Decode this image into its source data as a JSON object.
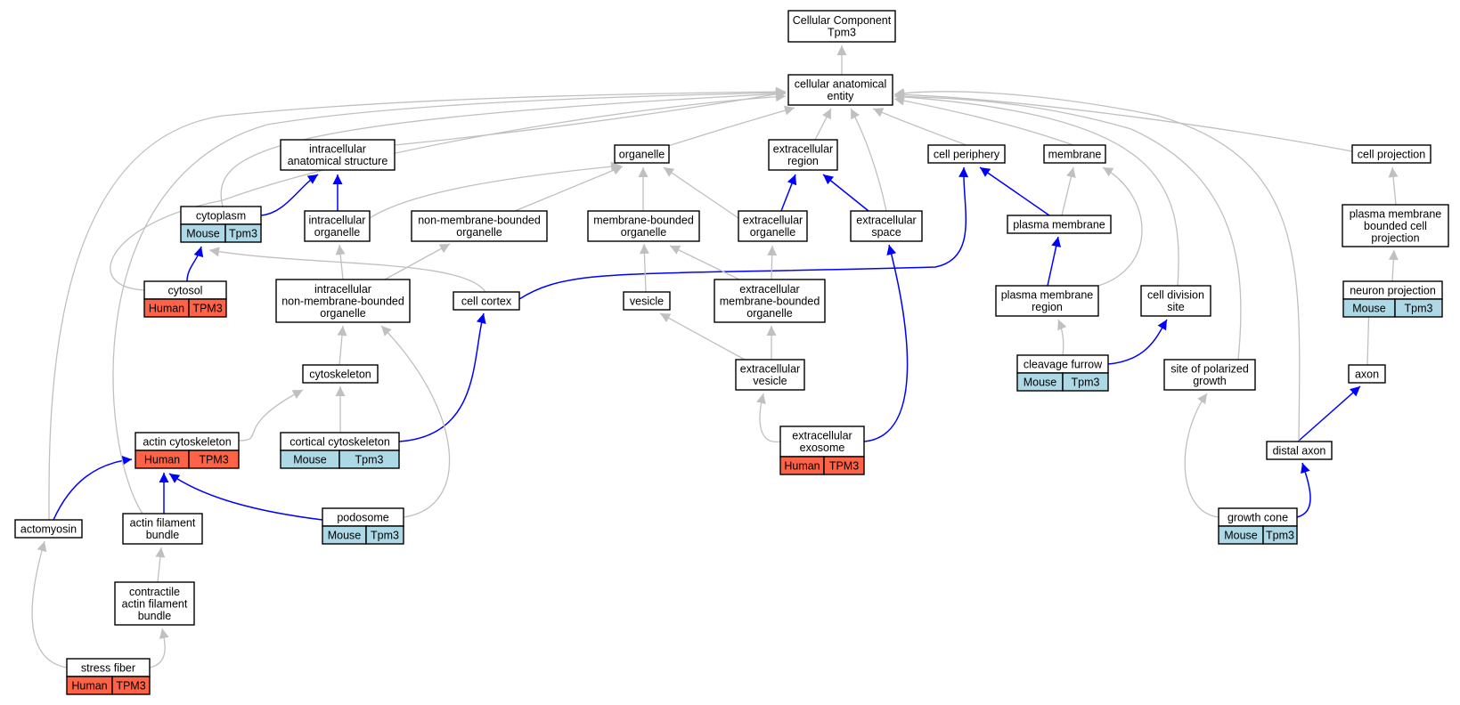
{
  "colors": {
    "human": "#ff6347",
    "mouse": "#add8e6",
    "is_a_edge": "#c0c0c0",
    "part_of_edge": "#0000ff"
  },
  "nodes": {
    "root": {
      "lines": [
        "Cellular Component",
        "Tpm3"
      ]
    },
    "cae": {
      "lines": [
        "cellular anatomical",
        "entity"
      ]
    },
    "ias": {
      "lines": [
        "intracellular",
        "anatomical structure"
      ]
    },
    "organelle": {
      "lines": [
        "organelle"
      ]
    },
    "extreg": {
      "lines": [
        "extracellular",
        "region"
      ]
    },
    "cellper": {
      "lines": [
        "cell periphery"
      ]
    },
    "membrane": {
      "lines": [
        "membrane"
      ]
    },
    "cellproj": {
      "lines": [
        "cell projection"
      ]
    },
    "cytoplasm": {
      "lines": [
        "cytoplasm"
      ],
      "tags": [
        [
          "Mouse",
          "Tpm3"
        ]
      ]
    },
    "intorg": {
      "lines": [
        "intracellular",
        "organelle"
      ]
    },
    "nmbo": {
      "lines": [
        "non-membrane-bounded",
        "organelle"
      ]
    },
    "mbo": {
      "lines": [
        "membrane-bounded",
        "organelle"
      ]
    },
    "extorg": {
      "lines": [
        "extracellular",
        "organelle"
      ]
    },
    "extspace": {
      "lines": [
        "extracellular",
        "space"
      ]
    },
    "plasmem": {
      "lines": [
        "plasma membrane"
      ]
    },
    "pmbcp": {
      "lines": [
        "plasma membrane",
        "bounded cell",
        "projection"
      ]
    },
    "cytosol": {
      "lines": [
        "cytosol"
      ],
      "tags": [
        [
          "Human",
          "TPM3"
        ]
      ]
    },
    "inmbo": {
      "lines": [
        "intracellular",
        "non-membrane-bounded",
        "organelle"
      ]
    },
    "cortex": {
      "lines": [
        "cell cortex"
      ]
    },
    "vesicle": {
      "lines": [
        "vesicle"
      ]
    },
    "embo": {
      "lines": [
        "extracellular",
        "membrane-bounded",
        "organelle"
      ]
    },
    "pmr": {
      "lines": [
        "plasma membrane",
        "region"
      ]
    },
    "cds": {
      "lines": [
        "cell division",
        "site"
      ]
    },
    "neuproj": {
      "lines": [
        "neuron projection"
      ],
      "tags": [
        [
          "Mouse",
          "Tpm3"
        ]
      ]
    },
    "cytosk": {
      "lines": [
        "cytoskeleton"
      ]
    },
    "extves": {
      "lines": [
        "extracellular",
        "vesicle"
      ]
    },
    "cleavage": {
      "lines": [
        "cleavage furrow"
      ],
      "tags": [
        [
          "Mouse",
          "Tpm3"
        ]
      ]
    },
    "spg": {
      "lines": [
        "site of polarized",
        "growth"
      ]
    },
    "axon": {
      "lines": [
        "axon"
      ]
    },
    "actcyto": {
      "lines": [
        "actin cytoskeleton"
      ],
      "tags": [
        [
          "Human",
          "TPM3"
        ]
      ]
    },
    "cortcyto": {
      "lines": [
        "cortical cytoskeleton"
      ],
      "tags": [
        [
          "Mouse",
          "Tpm3"
        ]
      ]
    },
    "exosome": {
      "lines": [
        "extracellular",
        "exosome"
      ],
      "tags": [
        [
          "Human",
          "TPM3"
        ]
      ]
    },
    "distaxon": {
      "lines": [
        "distal axon"
      ]
    },
    "actomyo": {
      "lines": [
        "actomyosin"
      ]
    },
    "afb": {
      "lines": [
        "actin filament",
        "bundle"
      ]
    },
    "podosome": {
      "lines": [
        "podosome"
      ],
      "tags": [
        [
          "Mouse",
          "Tpm3"
        ]
      ]
    },
    "growth": {
      "lines": [
        "growth cone"
      ],
      "tags": [
        [
          "Mouse",
          "Tpm3"
        ]
      ]
    },
    "cafb": {
      "lines": [
        "contractile",
        "actin filament",
        "bundle"
      ]
    },
    "stress": {
      "lines": [
        "stress fiber"
      ],
      "tags": [
        [
          "Human",
          "TPM3"
        ]
      ]
    }
  },
  "edges": [
    {
      "from": "cae",
      "to": "root",
      "type": "is_a"
    },
    {
      "from": "ias",
      "to": "cae",
      "type": "is_a"
    },
    {
      "from": "organelle",
      "to": "cae",
      "type": "is_a"
    },
    {
      "from": "extreg",
      "to": "cae",
      "type": "is_a"
    },
    {
      "from": "cellper",
      "to": "cae",
      "type": "is_a"
    },
    {
      "from": "membrane",
      "to": "cae",
      "type": "is_a"
    },
    {
      "from": "cellproj",
      "to": "cae",
      "type": "is_a"
    },
    {
      "from": "cytoplasm",
      "to": "cae",
      "type": "is_a"
    },
    {
      "from": "cytoplasm",
      "to": "ias",
      "type": "part_of"
    },
    {
      "from": "intorg",
      "to": "ias",
      "type": "part_of"
    },
    {
      "from": "intorg",
      "to": "organelle",
      "type": "is_a"
    },
    {
      "from": "nmbo",
      "to": "organelle",
      "type": "is_a"
    },
    {
      "from": "mbo",
      "to": "organelle",
      "type": "is_a"
    },
    {
      "from": "extorg",
      "to": "organelle",
      "type": "is_a"
    },
    {
      "from": "extorg",
      "to": "extreg",
      "type": "part_of"
    },
    {
      "from": "extspace",
      "to": "extreg",
      "type": "part_of"
    },
    {
      "from": "extspace",
      "to": "cae",
      "type": "is_a"
    },
    {
      "from": "plasmem",
      "to": "membrane",
      "type": "is_a"
    },
    {
      "from": "plasmem",
      "to": "cellper",
      "type": "part_of"
    },
    {
      "from": "pmbcp",
      "to": "cellproj",
      "type": "is_a"
    },
    {
      "from": "cytosol",
      "to": "cytoplasm",
      "type": "part_of"
    },
    {
      "from": "cytosol",
      "to": "cae",
      "type": "is_a"
    },
    {
      "from": "inmbo",
      "to": "intorg",
      "type": "is_a"
    },
    {
      "from": "inmbo",
      "to": "nmbo",
      "type": "is_a"
    },
    {
      "from": "cortex",
      "to": "cytoplasm",
      "type": "is_a"
    },
    {
      "from": "cortex",
      "to": "cellper",
      "type": "part_of"
    },
    {
      "from": "vesicle",
      "to": "mbo",
      "type": "is_a"
    },
    {
      "from": "embo",
      "to": "mbo",
      "type": "is_a"
    },
    {
      "from": "embo",
      "to": "extorg",
      "type": "is_a"
    },
    {
      "from": "pmr",
      "to": "plasmem",
      "type": "part_of"
    },
    {
      "from": "pmr",
      "to": "membrane",
      "type": "is_a"
    },
    {
      "from": "cds",
      "to": "cae",
      "type": "is_a"
    },
    {
      "from": "neuproj",
      "to": "pmbcp",
      "type": "is_a"
    },
    {
      "from": "cytosk",
      "to": "inmbo",
      "type": "is_a"
    },
    {
      "from": "extves",
      "to": "vesicle",
      "type": "is_a"
    },
    {
      "from": "extves",
      "to": "embo",
      "type": "is_a"
    },
    {
      "from": "cleavage",
      "to": "pmr",
      "type": "is_a"
    },
    {
      "from": "cleavage",
      "to": "cds",
      "type": "part_of"
    },
    {
      "from": "spg",
      "to": "cae",
      "type": "is_a"
    },
    {
      "from": "axon",
      "to": "neuproj",
      "type": "is_a"
    },
    {
      "from": "actcyto",
      "to": "cytosk",
      "type": "is_a"
    },
    {
      "from": "cortcyto",
      "to": "cytosk",
      "type": "is_a"
    },
    {
      "from": "cortcyto",
      "to": "cortex",
      "type": "part_of"
    },
    {
      "from": "exosome",
      "to": "extves",
      "type": "is_a"
    },
    {
      "from": "exosome",
      "to": "extspace",
      "type": "part_of"
    },
    {
      "from": "distaxon",
      "to": "axon",
      "type": "part_of"
    },
    {
      "from": "distaxon",
      "to": "cae",
      "type": "is_a"
    },
    {
      "from": "actomyo",
      "to": "actcyto",
      "type": "part_of"
    },
    {
      "from": "actomyo",
      "to": "cae",
      "type": "is_a"
    },
    {
      "from": "afb",
      "to": "actcyto",
      "type": "part_of"
    },
    {
      "from": "afb",
      "to": "cae",
      "type": "is_a"
    },
    {
      "from": "podosome",
      "to": "actcyto",
      "type": "part_of"
    },
    {
      "from": "podosome",
      "to": "inmbo",
      "type": "is_a"
    },
    {
      "from": "growth",
      "to": "spg",
      "type": "is_a"
    },
    {
      "from": "growth",
      "to": "distaxon",
      "type": "part_of"
    },
    {
      "from": "cafb",
      "to": "afb",
      "type": "is_a"
    },
    {
      "from": "stress",
      "to": "cafb",
      "type": "is_a"
    },
    {
      "from": "stress",
      "to": "actomyo",
      "type": "is_a"
    }
  ]
}
